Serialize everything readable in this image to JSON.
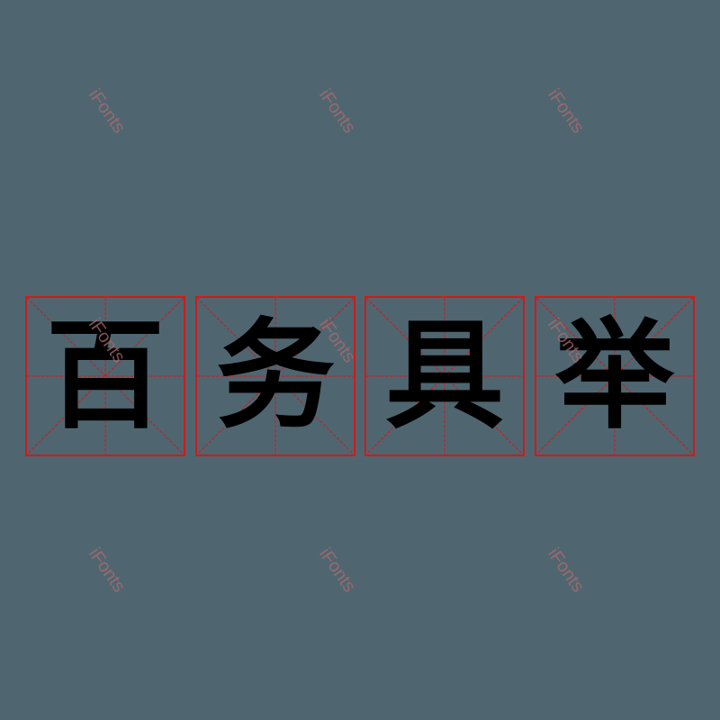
{
  "watermark": {
    "text": "iFonts"
  },
  "phrase": {
    "chars": [
      "百",
      "务",
      "具",
      "举"
    ]
  },
  "colors": {
    "background": "#4f6670",
    "grid_line": "#d11a1a",
    "glyph": "#000000",
    "watermark": "#b06a6e"
  }
}
